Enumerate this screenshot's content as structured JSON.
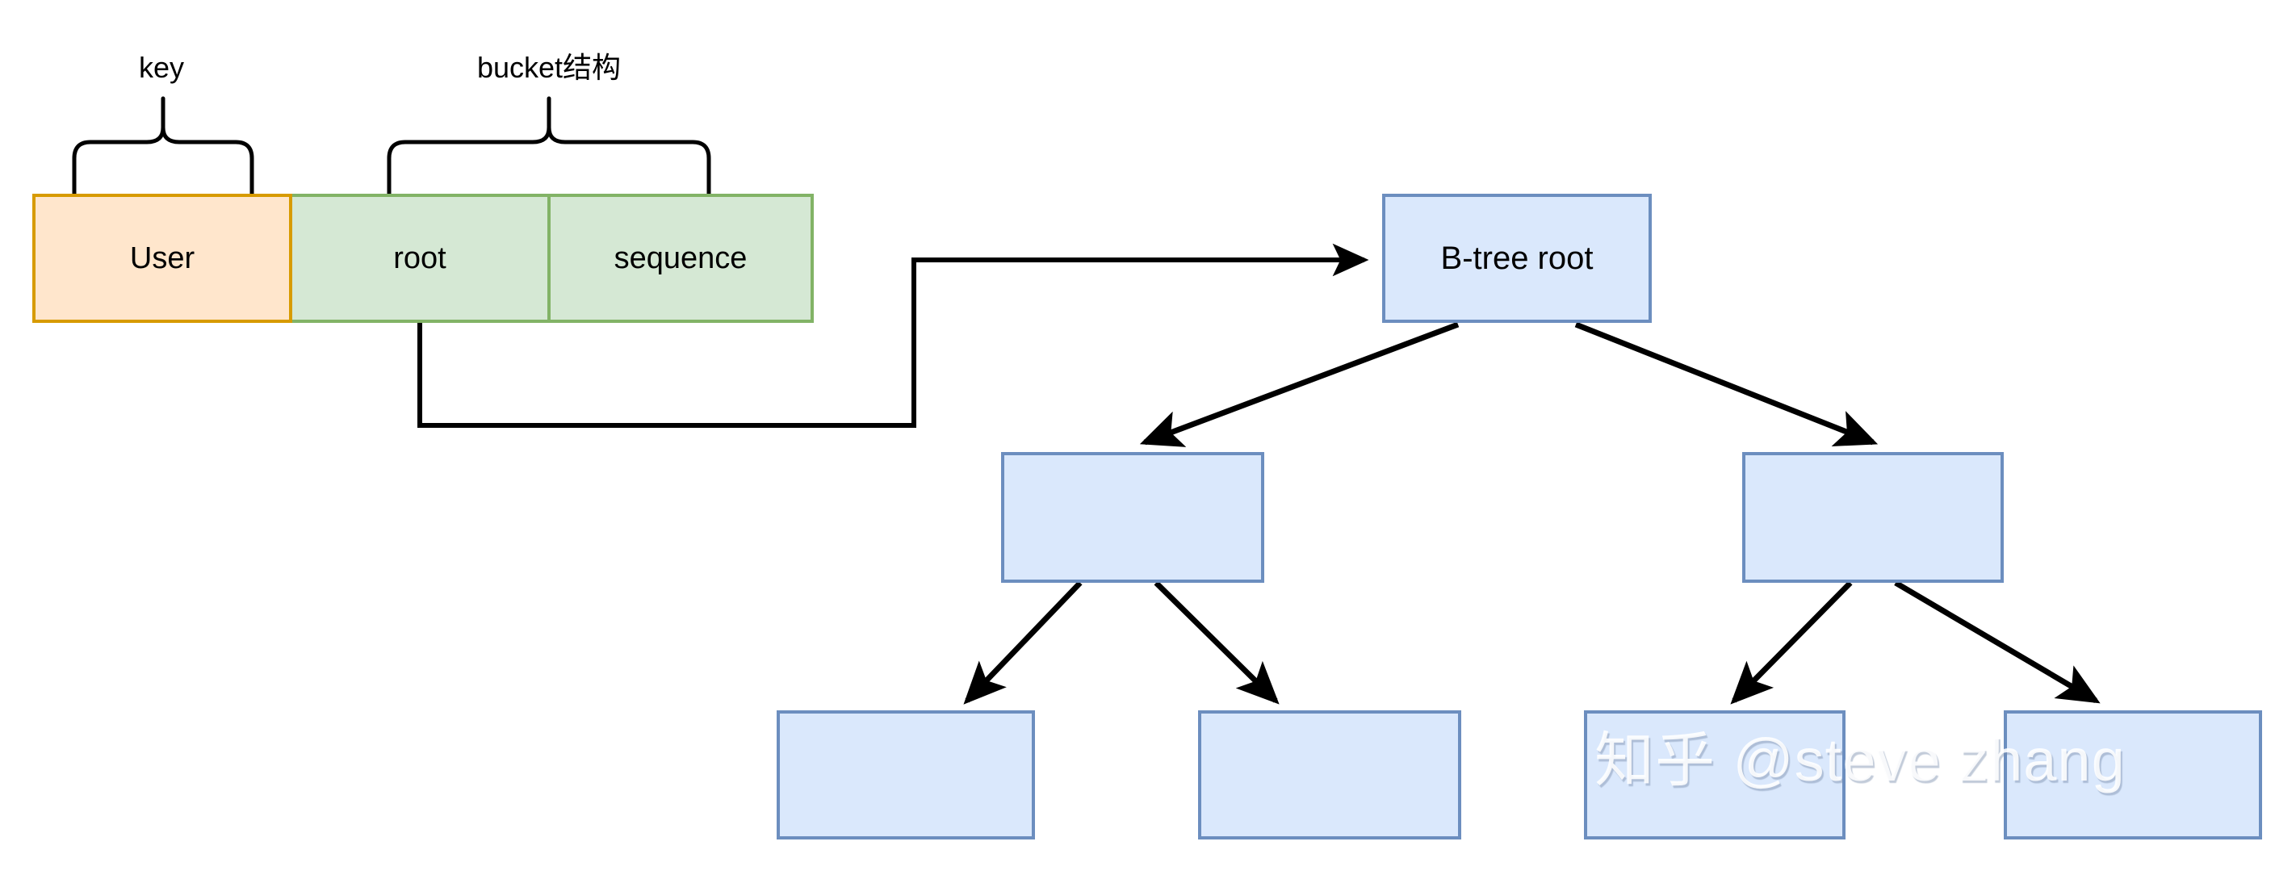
{
  "diagram": {
    "title": "bucket structure pointing to B-tree",
    "colors": {
      "key_fill": "#ffe6cc",
      "key_stroke": "#d79b00",
      "bucket_fill": "#d5e8d4",
      "bucket_stroke": "#82b366",
      "node_fill": "#dae8fc",
      "node_stroke": "#6c8ebf",
      "edge": "#000000",
      "background": "#ffffff"
    },
    "captions": [
      {
        "id": "key-caption",
        "text": "key"
      },
      {
        "id": "bucket-caption",
        "text": "bucket结构"
      }
    ],
    "record_cells": [
      {
        "id": "key-cell",
        "text": "User",
        "kind": "key"
      },
      {
        "id": "bucket-root-cell",
        "text": "root",
        "kind": "bucket"
      },
      {
        "id": "bucket-sequence-cell",
        "text": "sequence",
        "kind": "bucket"
      }
    ],
    "tree": {
      "root": {
        "id": "btree-root",
        "text": "B-tree root"
      },
      "internal_nodes": [
        {
          "id": "btree-internal-left",
          "text": ""
        },
        {
          "id": "btree-internal-right",
          "text": ""
        }
      ],
      "leaf_nodes": [
        {
          "id": "btree-leaf-1",
          "text": ""
        },
        {
          "id": "btree-leaf-2",
          "text": ""
        },
        {
          "id": "btree-leaf-3",
          "text": ""
        },
        {
          "id": "btree-leaf-4",
          "text": ""
        }
      ]
    },
    "watermark": {
      "text": "知乎 @steve zhang"
    }
  }
}
